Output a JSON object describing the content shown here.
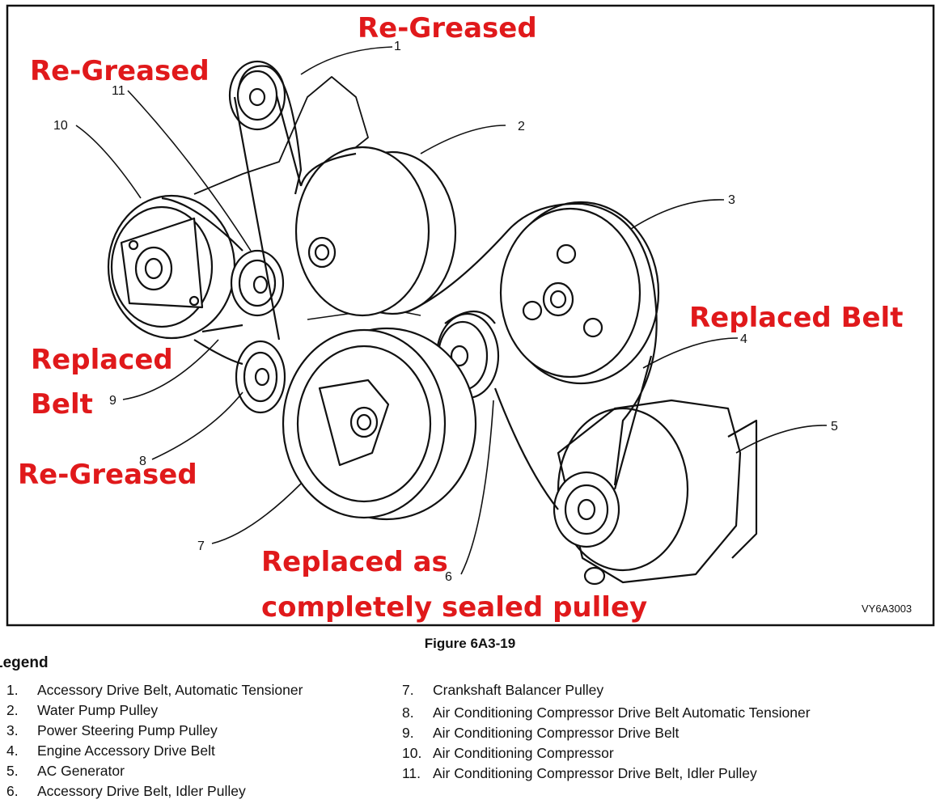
{
  "figure_code": "VY6A3003",
  "caption": "Figure 6A3-19",
  "legend_title": "Legend",
  "callouts": {
    "c1": "1",
    "c2": "2",
    "c3": "3",
    "c4": "4",
    "c5": "5",
    "c6": "6",
    "c7": "7",
    "c8": "8",
    "c9": "9",
    "c10": "10",
    "c11": "11"
  },
  "annotations": {
    "regreased_top": "Re-Greased",
    "regreased_left": "Re-Greased",
    "replaced_belt_right": "Replaced Belt",
    "replaced_belt_left_1": "Replaced",
    "replaced_belt_left_2": "Belt",
    "regreased_bottom": "Re-Greased",
    "sealed_1": "Replaced as",
    "sealed_2": "completely sealed pulley"
  },
  "legend": {
    "left": [
      {
        "num": "1.",
        "text": "Accessory Drive Belt, Automatic Tensioner"
      },
      {
        "num": "2.",
        "text": "Water Pump Pulley"
      },
      {
        "num": "3.",
        "text": "Power Steering Pump Pulley"
      },
      {
        "num": "4.",
        "text": "Engine Accessory Drive Belt"
      },
      {
        "num": "5.",
        "text": "AC Generator"
      },
      {
        "num": "6.",
        "text": "Accessory Drive Belt, Idler Pulley"
      }
    ],
    "right": [
      {
        "num": "7.",
        "text": "Crankshaft Balancer Pulley"
      },
      {
        "num": "8.",
        "text": "Air Conditioning Compressor Drive Belt Automatic Tensioner"
      },
      {
        "num": "9.",
        "text": "Air Conditioning Compressor Drive Belt"
      },
      {
        "num": "10.",
        "text": "Air Conditioning Compressor"
      },
      {
        "num": "11.",
        "text": "Air Conditioning Compressor Drive Belt, Idler Pulley"
      }
    ]
  }
}
